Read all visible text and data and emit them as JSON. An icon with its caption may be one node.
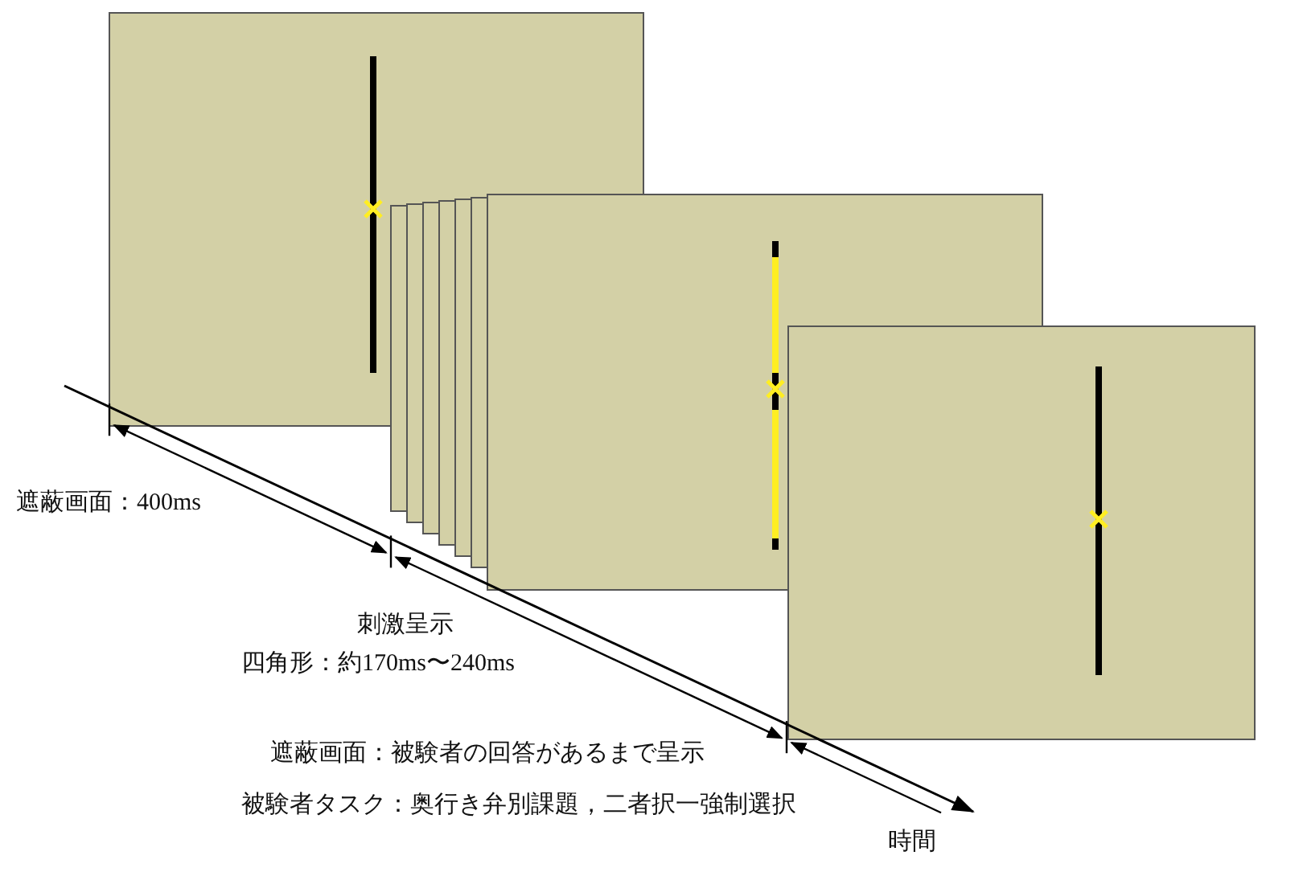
{
  "diagram": {
    "labels": [
      "遮蔽画面：400ms",
      "刺激呈示",
      "四角形：約170ms〜240ms",
      "遮蔽画面：被験者の回答があるまで呈示",
      "被験者タスク：奥行き弁別課題，二者択一強制選択",
      "時間"
    ]
  }
}
